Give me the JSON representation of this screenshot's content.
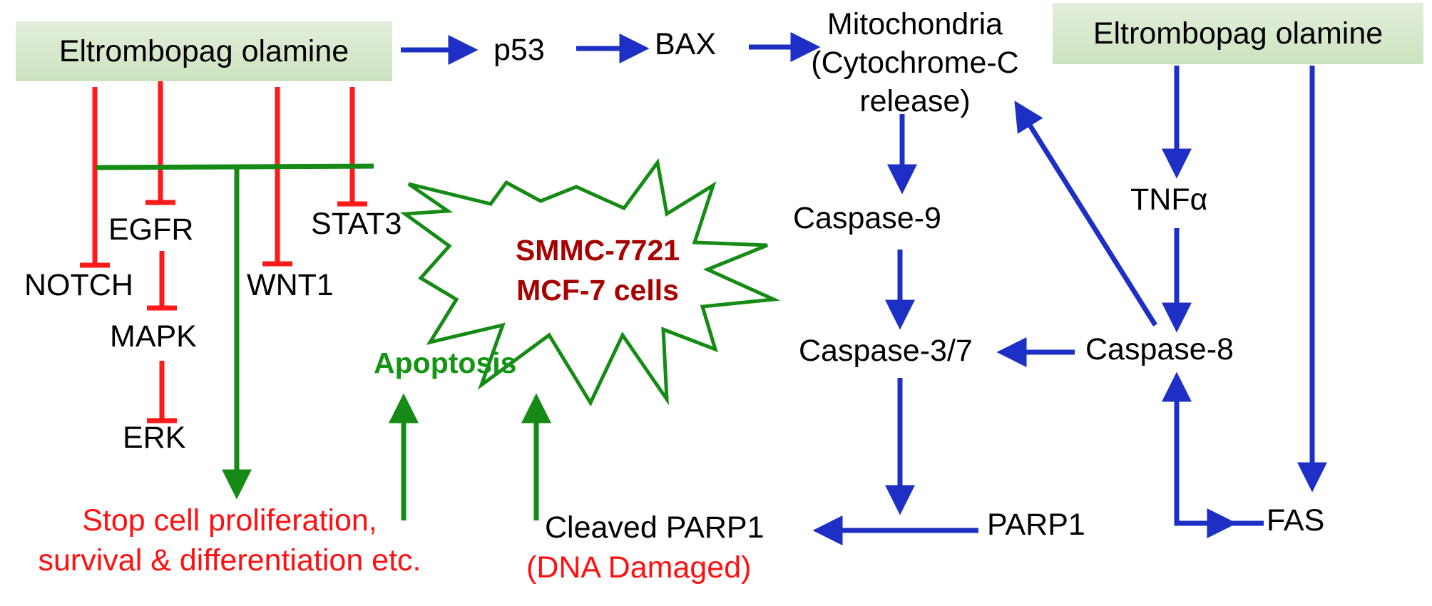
{
  "drug_left": "Eltrombopag olamine",
  "drug_right": "Eltrombopag olamine",
  "nodes": {
    "p53": "p53",
    "bax": "BAX",
    "mito_line1": "Mitochondria",
    "mito_line2": "(Cytochrome-C",
    "mito_line3": "release)",
    "caspase9": "Caspase-9",
    "caspase37": "Caspase-3/7",
    "caspase8": "Caspase-8",
    "tnf": "TNFα",
    "fas": "FAS",
    "parp1": "PARP1",
    "cleaved_parp1": "Cleaved PARP1",
    "dna_damaged": "(DNA Damaged)",
    "egfr": "EGFR",
    "notch": "NOTCH",
    "mapk": "MAPK",
    "erk": "ERK",
    "wnt1": "WNT1",
    "stat3": "STAT3",
    "cells_line1": "SMMC-7721",
    "cells_line2": "MCF-7 cells",
    "apoptosis": "Apoptosis",
    "stop_line1": "Stop cell proliferation,",
    "stop_line2": "survival  &  differentiation etc."
  },
  "colors": {
    "activation_arrow": "#1d2fc4",
    "inhibition_line": "#ff1a1a",
    "pathway_green": "#158a15",
    "drug_box": "#cde3bf",
    "cell_text": "#a60000",
    "outcome_red": "#ff1010"
  }
}
